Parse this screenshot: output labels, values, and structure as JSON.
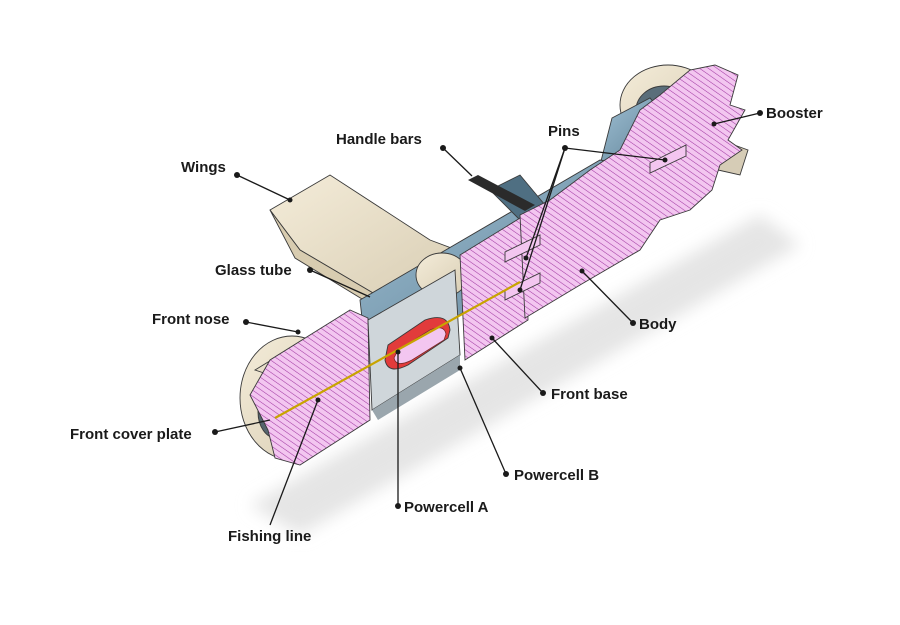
{
  "labels": {
    "handle_bars": "Handle bars",
    "pins": "Pins",
    "booster": "Booster",
    "wings": "Wings",
    "glass_tube": "Glass tube",
    "front_nose": "Front nose",
    "body": "Body",
    "front_base": "Front base",
    "front_cover_plate": "Front cover plate",
    "powercell_b": "Powercell B",
    "powercell_a": "Powercell A",
    "fishing_line": "Fishing line"
  },
  "colors": {
    "section_fill": "#f3c6f0",
    "hatch": "#a13aa3",
    "cream": "#ece2cc",
    "cream_dark": "#d8ccb0",
    "metal_blue": "#8fb1c7",
    "powercell": "#e23b3b",
    "fishing_line": "#c8a400",
    "shadow": "#e5e5e5"
  }
}
